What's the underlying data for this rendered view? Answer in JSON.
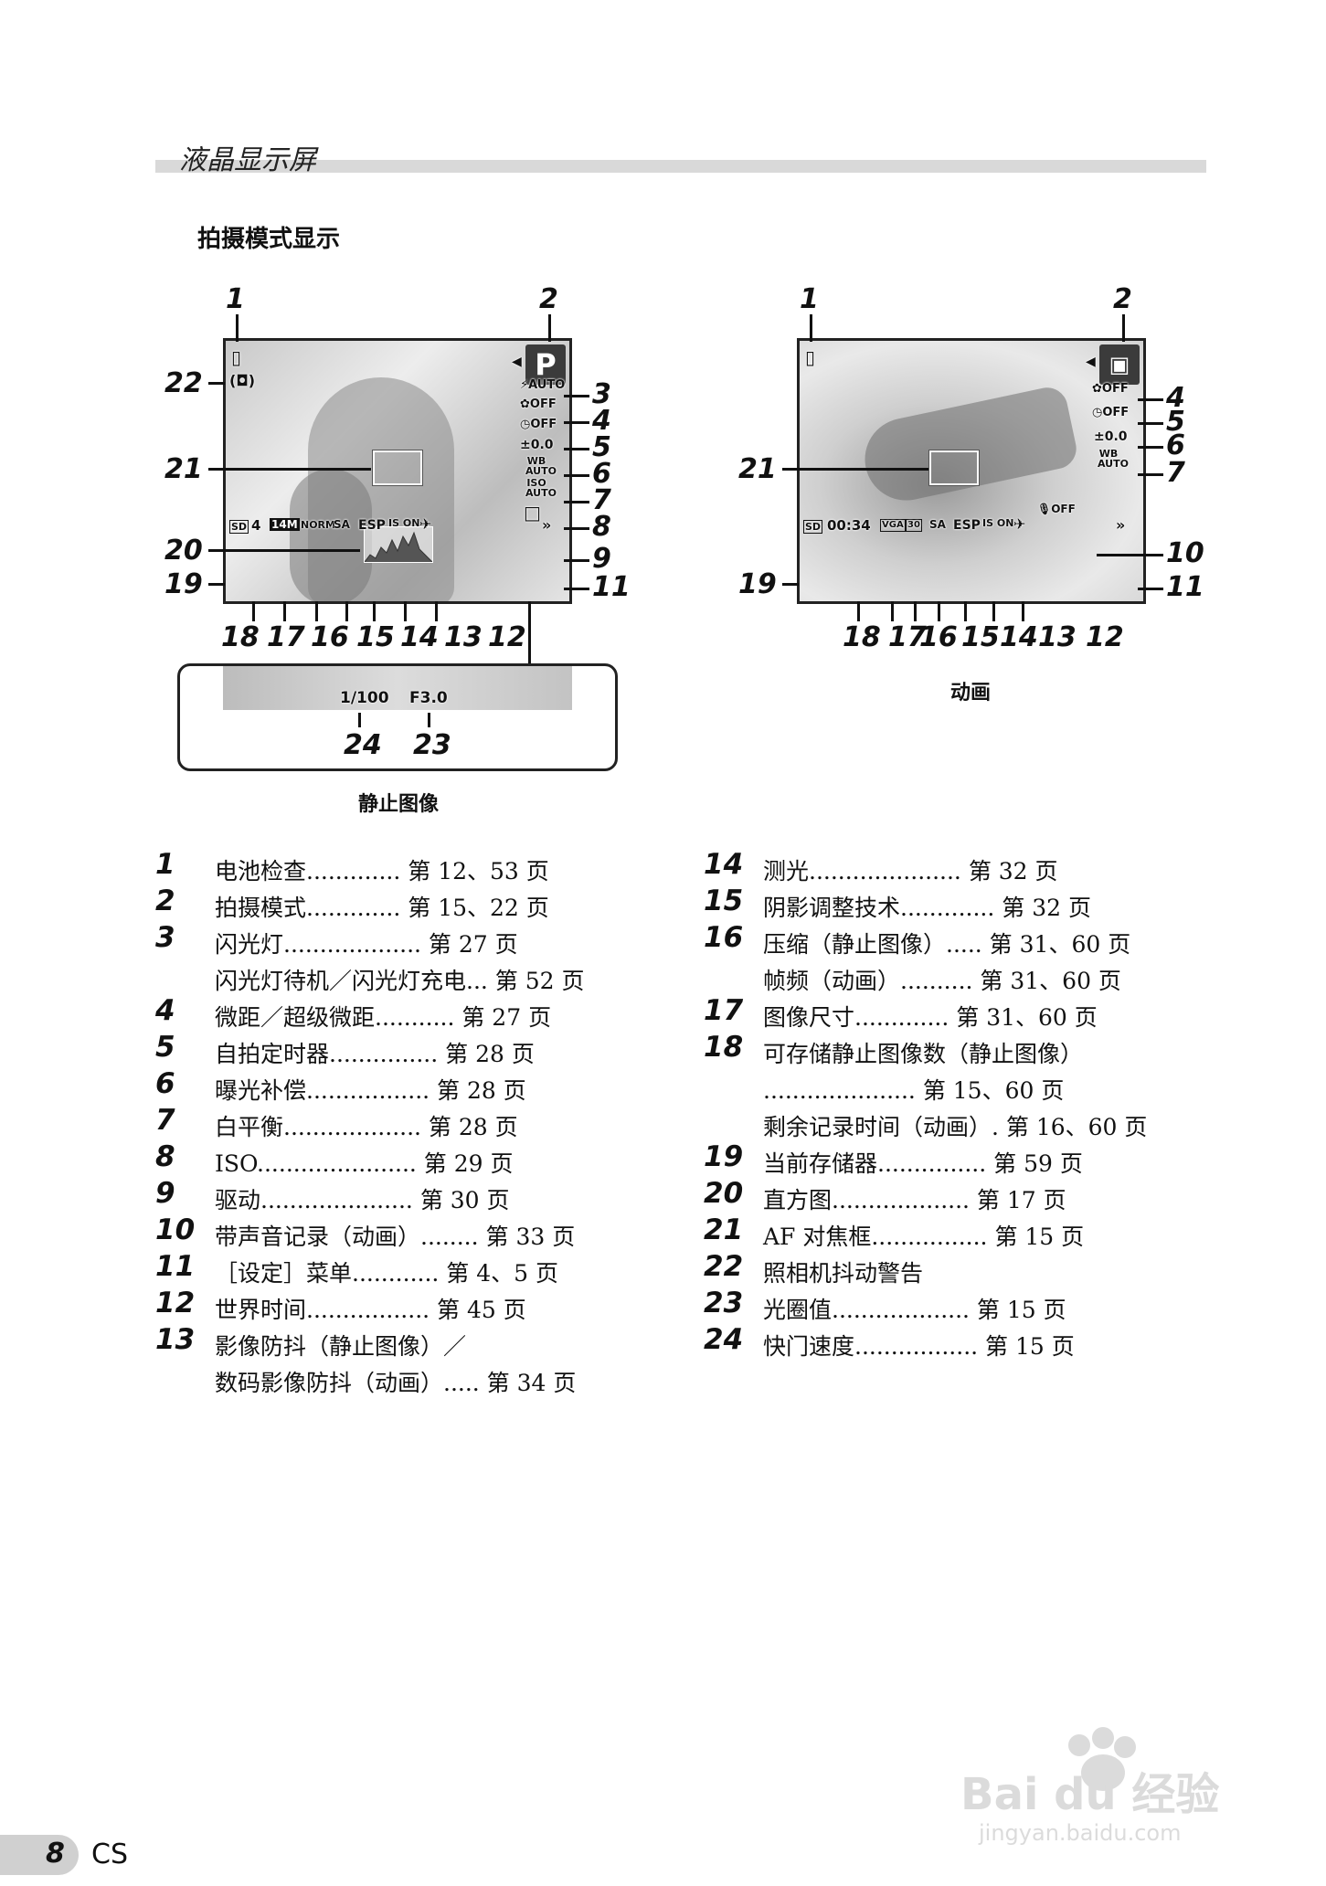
{
  "header": {
    "section_title": "液晶显示屏",
    "subsection_title": "拍摄模式显示"
  },
  "still_screen": {
    "caption": "静止图像",
    "mode_icon": "P",
    "battery_icon": "battery-icon",
    "shake_warning_icon": "camera-shake-icon",
    "flash": "⚡AUTO",
    "macro": "✿OFF",
    "self_timer": "◷OFF",
    "exposure": "±0.0",
    "white_balance": "WB AUTO",
    "iso": "ISO AUTO",
    "drive": "□",
    "memory": "SD",
    "shots_remaining": "4",
    "image_size": "14M",
    "compression": "NORM",
    "shadow_adjust": "SA",
    "metering": "ESP",
    "stabilization": "IS ON",
    "world_time": "✈",
    "menu": "»",
    "shutter_speed": "1/100",
    "aperture": "F3.0"
  },
  "movie_screen": {
    "caption": "动画",
    "mode_icon": "movie-mode-icon",
    "battery_icon": "battery-icon",
    "macro": "✿OFF",
    "self_timer": "◷OFF",
    "exposure": "±0.0",
    "white_balance": "WB AUTO",
    "sound": "🎙OFF",
    "memory": "SD",
    "record_time": "00:34",
    "image_size": "VGA",
    "frame_rate": "30",
    "shadow_adjust": "SA",
    "metering": "ESP",
    "stabilization": "IS ON",
    "world_time": "✈",
    "menu": "»"
  },
  "callouts": {
    "still_top": [
      "1",
      "2"
    ],
    "still_right": [
      "3",
      "4",
      "5",
      "6",
      "7",
      "8",
      "9",
      "11"
    ],
    "still_left": [
      "22",
      "21",
      "20",
      "19"
    ],
    "still_bottom": [
      "18",
      "17",
      "16",
      "15",
      "14",
      "13",
      "12"
    ],
    "still_ext": [
      "24",
      "23"
    ],
    "movie_top": [
      "1",
      "2"
    ],
    "movie_right": [
      "4",
      "5",
      "6",
      "7",
      "10",
      "11"
    ],
    "movie_left": [
      "21",
      "19"
    ],
    "movie_bottom": [
      "18",
      "17",
      "16",
      "15",
      "14",
      "13",
      "12"
    ]
  },
  "legend_left": [
    {
      "num": "1",
      "text": "电池检查............. 第 12、53 页"
    },
    {
      "num": "2",
      "text": "拍摄模式............. 第 15、22 页"
    },
    {
      "num": "3",
      "text": "闪光灯................... 第 27 页"
    },
    {
      "num": "",
      "text": "闪光灯待机／闪光灯充电... 第 52 页"
    },
    {
      "num": "4",
      "text": "微距／超级微距........... 第 27 页"
    },
    {
      "num": "5",
      "text": "自拍定时器............... 第 28 页"
    },
    {
      "num": "6",
      "text": "曝光补偿................. 第 28 页"
    },
    {
      "num": "7",
      "text": "白平衡................... 第 28 页"
    },
    {
      "num": "8",
      "text": "ISO...................... 第 29 页"
    },
    {
      "num": "9",
      "text": "驱动..................... 第 30 页"
    },
    {
      "num": "10",
      "text": "带声音记录（动画）........ 第 33 页"
    },
    {
      "num": "11",
      "text": "［设定］菜单............ 第 4、5 页"
    },
    {
      "num": "12",
      "text": "世界时间................. 第 45 页"
    },
    {
      "num": "13",
      "text": "影像防抖（静止图像）／"
    },
    {
      "num": "",
      "text": "数码影像防抖（动画）..... 第 34 页"
    }
  ],
  "legend_right": [
    {
      "num": "14",
      "text": "测光..................... 第 32 页"
    },
    {
      "num": "15",
      "text": "阴影调整技术............. 第 32 页"
    },
    {
      "num": "16",
      "text": "压缩（静止图像）..... 第 31、60 页"
    },
    {
      "num": "",
      "text": "帧频（动画）.......... 第 31、60 页"
    },
    {
      "num": "17",
      "text": "图像尺寸............. 第 31、60 页"
    },
    {
      "num": "18",
      "text": "可存储静止图像数（静止图像）"
    },
    {
      "num": "",
      "text": "..................... 第 15、60 页"
    },
    {
      "num": "",
      "text": "剩余记录时间（动画）. 第 16、60 页"
    },
    {
      "num": "19",
      "text": "当前存储器............... 第 59 页"
    },
    {
      "num": "20",
      "text": "直方图................... 第 17 页"
    },
    {
      "num": "21",
      "text": "AF 对焦框................ 第 15 页"
    },
    {
      "num": "22",
      "text": "照相机抖动警告"
    },
    {
      "num": "23",
      "text": "光圈值................... 第 15 页"
    },
    {
      "num": "24",
      "text": "快门速度................. 第 15 页"
    }
  ],
  "footer": {
    "page_number": "8",
    "language": "CS",
    "watermark_text": "Bai du 经验",
    "watermark_url": "jingyan.baidu.com"
  }
}
